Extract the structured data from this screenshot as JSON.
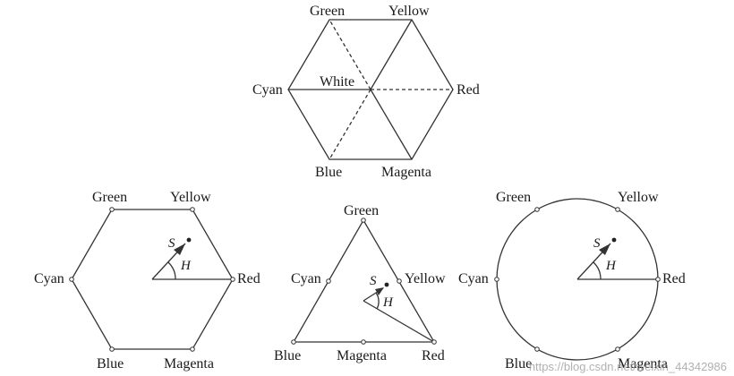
{
  "top_hexagon": {
    "labels": {
      "green": "Green",
      "yellow": "Yellow",
      "cyan": "Cyan",
      "white": "White",
      "red": "Red",
      "blue": "Blue",
      "magenta": "Magenta"
    }
  },
  "hexagon_plane": {
    "labels": {
      "green": "Green",
      "yellow": "Yellow",
      "cyan": "Cyan",
      "red": "Red",
      "blue": "Blue",
      "magenta": "Magenta",
      "s": "S",
      "h": "H"
    }
  },
  "triangle_plane": {
    "labels": {
      "green": "Green",
      "cyan": "Cyan",
      "yellow": "Yellow",
      "blue": "Blue",
      "magenta": "Magenta",
      "red": "Red",
      "s": "S",
      "h": "H"
    }
  },
  "circle_plane": {
    "labels": {
      "green": "Green",
      "yellow": "Yellow",
      "cyan": "Cyan",
      "red": "Red",
      "blue": "Blue",
      "magenta": "Magenta",
      "s": "S",
      "h": "H"
    }
  },
  "watermark": "https://blog.csdn.net/weixin_44342986",
  "colors": {
    "line": "#333333",
    "text": "#1a1a1a",
    "watermark": "#969696"
  }
}
